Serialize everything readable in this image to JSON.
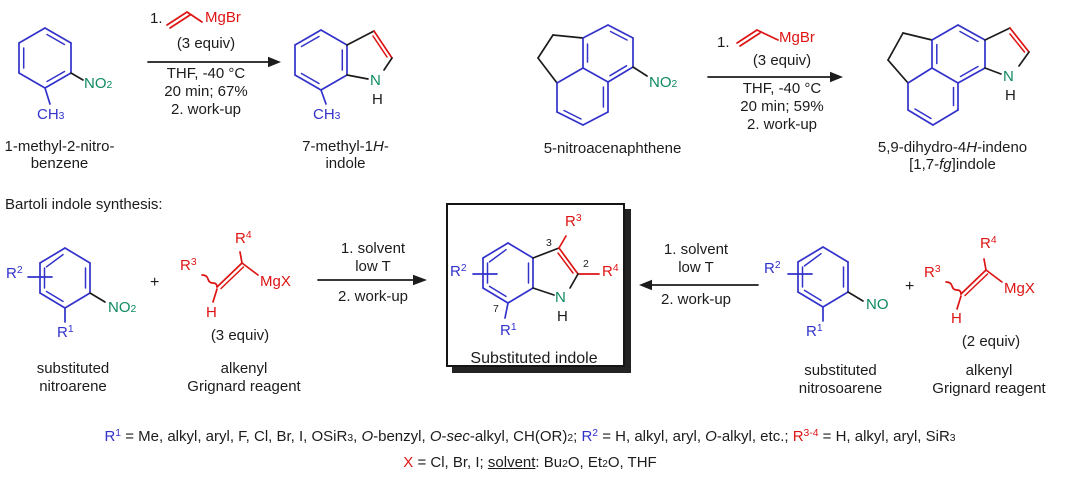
{
  "colors": {
    "bond_blue": "#3232cb",
    "heteroatom_green": "#0e8a5e",
    "reagent_red": "#de1414",
    "text_black": "#1c1c1c"
  },
  "rxn_left": {
    "reactant_name1": "1-methyl-2-nitro-",
    "reactant_name2": "benzene",
    "no2": [
      {
        "t": "NO"
      },
      {
        "t": "2",
        "c": "sb"
      }
    ],
    "ch3": [
      {
        "t": "CH"
      },
      {
        "t": "3",
        "c": "sb"
      }
    ],
    "step": "1.",
    "grignard": "MgBr",
    "equiv": "(3 equiv)",
    "cond1": "THF, -40 °C",
    "cond2": "20 min; 67%",
    "cond3": "2. work-up",
    "product_ch3": [
      {
        "t": "CH"
      },
      {
        "t": "3",
        "c": "sb"
      }
    ],
    "product_n": "N",
    "product_h": "H",
    "product_name1": [
      {
        "t": "7-methyl-1"
      },
      {
        "t": "H",
        "c": "i"
      },
      {
        "t": "-"
      }
    ],
    "product_name2": "indole"
  },
  "rxn_right": {
    "reactant_name": "5-nitroacenaphthene",
    "no2": [
      {
        "t": "NO"
      },
      {
        "t": "2",
        "c": "sb"
      }
    ],
    "step": "1.",
    "grignard": "MgBr",
    "equiv": "(3 equiv)",
    "cond1": "THF, -40 °C",
    "cond2": "20 min; 59%",
    "cond3": "2. work-up",
    "product_n": "N",
    "product_h": "H",
    "product_name1": [
      {
        "t": "5,9-dihydro-4"
      },
      {
        "t": "H",
        "c": "i"
      },
      {
        "t": "-indeno"
      }
    ],
    "product_name2": [
      {
        "t": "[1,7-"
      },
      {
        "t": "fg",
        "c": "i"
      },
      {
        "t": "]indole"
      }
    ]
  },
  "scheme": {
    "heading": "Bartoli indole synthesis:",
    "nitroarene": {
      "r2": [
        {
          "t": "R"
        },
        {
          "t": "2",
          "c": "sp"
        }
      ],
      "r1": [
        {
          "t": "R"
        },
        {
          "t": "1",
          "c": "sp"
        }
      ],
      "no2": [
        {
          "t": "NO"
        },
        {
          "t": "2",
          "c": "sb"
        }
      ],
      "label1": "substituted",
      "label2": "nitroarene"
    },
    "plus_left": "+",
    "grignard_left": {
      "r3": [
        {
          "t": "R"
        },
        {
          "t": "3",
          "c": "sp"
        }
      ],
      "r4": [
        {
          "t": "R"
        },
        {
          "t": "4",
          "c": "sp"
        }
      ],
      "mgx": "MgX",
      "h": "H",
      "equiv": "(3 equiv)",
      "label1": "alkenyl",
      "label2": "Grignard reagent"
    },
    "arrow_left": {
      "l1": "1. solvent",
      "l2": "low T",
      "l3": "2. work-up"
    },
    "box": {
      "r2": [
        {
          "t": "R"
        },
        {
          "t": "2",
          "c": "sp"
        }
      ],
      "r1": [
        {
          "t": "R"
        },
        {
          "t": "1",
          "c": "sp"
        }
      ],
      "r3": [
        {
          "t": "R"
        },
        {
          "t": "3",
          "c": "sp"
        }
      ],
      "r4": [
        {
          "t": "R"
        },
        {
          "t": "4",
          "c": "sp"
        }
      ],
      "num3": "3",
      "num2": "2",
      "num7": "7",
      "n": "N",
      "h": "H",
      "label": "Substituted indole"
    },
    "arrow_right": {
      "l1": "1. solvent",
      "l2": "low T",
      "l3": "2. work-up"
    },
    "nitrosoarene": {
      "r2": [
        {
          "t": "R"
        },
        {
          "t": "2",
          "c": "sp"
        }
      ],
      "r1": [
        {
          "t": "R"
        },
        {
          "t": "1",
          "c": "sp"
        }
      ],
      "no": "NO",
      "label1": "substituted",
      "label2": "nitrosoarene"
    },
    "plus_right": "+",
    "grignard_right": {
      "r3": [
        {
          "t": "R"
        },
        {
          "t": "3",
          "c": "sp"
        }
      ],
      "r4": [
        {
          "t": "R"
        },
        {
          "t": "4",
          "c": "sp"
        }
      ],
      "mgx": "MgX",
      "h": "H",
      "equiv": "(2 equiv)",
      "label1": "alkenyl",
      "label2": "Grignard reagent"
    }
  },
  "footnotes": {
    "line1": [
      {
        "t": "R",
        "c": "b"
      },
      {
        "t": "1",
        "c": "b sp"
      },
      {
        "t": " = Me, alkyl, aryl, F, Cl, Br, I, OSiR"
      },
      {
        "t": "3",
        "c": "sb"
      },
      {
        "t": ", "
      },
      {
        "t": "O",
        "c": "i"
      },
      {
        "t": "-benzyl, "
      },
      {
        "t": "O",
        "c": "i"
      },
      {
        "t": "-"
      },
      {
        "t": "sec",
        "c": "i"
      },
      {
        "t": "-alkyl, CH(OR)"
      },
      {
        "t": "2",
        "c": "sb"
      },
      {
        "t": "; "
      },
      {
        "t": "R",
        "c": "b"
      },
      {
        "t": "2",
        "c": "b sp"
      },
      {
        "t": " = H, alkyl, aryl, "
      },
      {
        "t": "O",
        "c": "i"
      },
      {
        "t": "-alkyl, etc.; "
      },
      {
        "t": "R",
        "c": "r"
      },
      {
        "t": "3-4",
        "c": "r sp"
      },
      {
        "t": " = H, alkyl, aryl, SiR"
      },
      {
        "t": "3",
        "c": "sb"
      }
    ],
    "line2": [
      {
        "t": "X",
        "c": "r"
      },
      {
        "t": " = Cl, Br, I; "
      },
      {
        "t": "solvent",
        "c": "u"
      },
      {
        "t": ": Bu"
      },
      {
        "t": "2",
        "c": "sb"
      },
      {
        "t": "O, Et"
      },
      {
        "t": "2",
        "c": "sb"
      },
      {
        "t": "O, THF"
      }
    ]
  }
}
